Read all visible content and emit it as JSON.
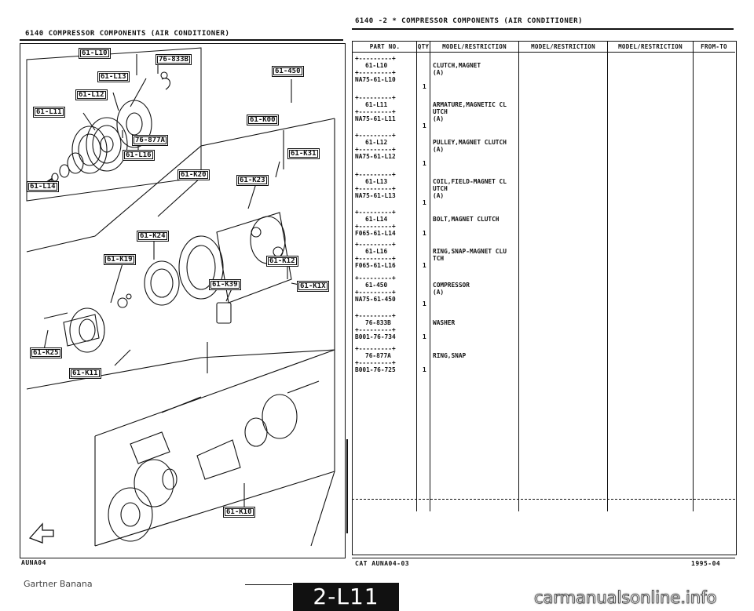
{
  "left_page": {
    "header": "6140   COMPRESSOR COMPONENTS (AIR CONDITIONER)",
    "footer": "AUNA04",
    "callouts": [
      {
        "id": "c1",
        "text": "61-L10"
      },
      {
        "id": "c2",
        "text": "76-833B"
      },
      {
        "id": "c3",
        "text": "61-L13"
      },
      {
        "id": "c4",
        "text": "61-450"
      },
      {
        "id": "c5",
        "text": "61-L12"
      },
      {
        "id": "c6",
        "text": "61-L11"
      },
      {
        "id": "c7",
        "text": "61-K00"
      },
      {
        "id": "c8",
        "text": "76-877A"
      },
      {
        "id": "c9",
        "text": "61-L16"
      },
      {
        "id": "c10",
        "text": "61-K31"
      },
      {
        "id": "c11",
        "text": "61-L14"
      },
      {
        "id": "c12",
        "text": "61-K20"
      },
      {
        "id": "c13",
        "text": "61-K23"
      },
      {
        "id": "c14",
        "text": "61-K24"
      },
      {
        "id": "c15",
        "text": "61-K19"
      },
      {
        "id": "c16",
        "text": "61-K12"
      },
      {
        "id": "c17",
        "text": "61-K39"
      },
      {
        "id": "c18",
        "text": "61-K1X"
      },
      {
        "id": "c19",
        "text": "61-K25"
      },
      {
        "id": "c20",
        "text": "61-K11"
      },
      {
        "id": "c21",
        "text": "61-K10"
      }
    ]
  },
  "right_page": {
    "header": "6140  -2 *  COMPRESSOR COMPONENTS (AIR CONDITIONER)",
    "columns": [
      "PART NO.",
      "QTY",
      "MODEL/RESTRICTION",
      "MODEL/RESTRICTION",
      "MODEL/RESTRICTION",
      "FROM-TO"
    ],
    "rows": [
      {
        "box": "61-L10",
        "part": "NA75-61-L10",
        "qty": "1",
        "desc": "CLUTCH,MAGNET\n(A)"
      },
      {
        "box": "61-L11",
        "part": "NA75-61-L11",
        "qty": "1",
        "desc": "ARMATURE,MAGNETIC CL\nUTCH\n(A)"
      },
      {
        "box": "61-L12",
        "part": "NA75-61-L12",
        "qty": "1",
        "desc": "PULLEY,MAGNET CLUTCH\n(A)"
      },
      {
        "box": "61-L13",
        "part": "NA75-61-L13",
        "qty": "1",
        "desc": "COIL,FIELD-MAGNET CL\nUTCH\n(A)"
      },
      {
        "box": "61-L14",
        "part": "F065-61-L14",
        "qty": "1",
        "desc": "BOLT,MAGNET CLUTCH"
      },
      {
        "box": "61-L16",
        "part": "F065-61-L16",
        "qty": "1",
        "desc": "RING,SNAP-MAGNET CLU\nTCH"
      },
      {
        "box": "61-450",
        "part": "NA75-61-450",
        "qty": "1",
        "desc": "COMPRESSOR\n(A)"
      },
      {
        "box": "76-833B",
        "part": "B001-76-734",
        "qty": "1",
        "desc": "WASHER"
      },
      {
        "box": "76-877A",
        "part": "B001-76-725",
        "qty": "1",
        "desc": "RING,SNAP"
      }
    ],
    "footer_left": "CAT  AUNA04-03",
    "footer_right": "1995-04"
  },
  "watermark_left": "Gartner Banana",
  "page_banner": "2-L11",
  "watermark_right": "carmanualsonline.info"
}
